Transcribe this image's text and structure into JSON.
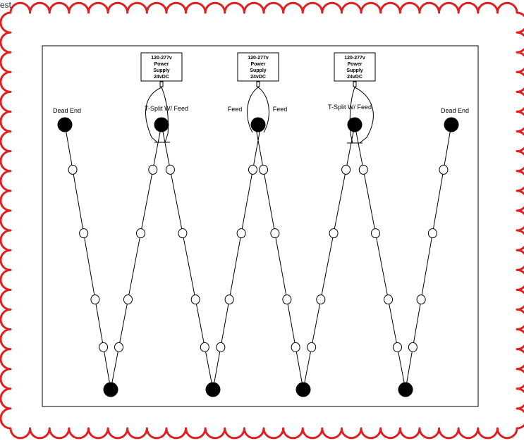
{
  "corner_text": "est.",
  "frame": {
    "border_color": "#e02020"
  },
  "labels": {
    "dead_end_left": "Dead End",
    "tsplit_left": "T-Split W/ Feed",
    "feed_left": "Feed",
    "feed_right": "Feed",
    "tsplit_right": "T-Split W/ Feed",
    "dead_end_right": "Dead End"
  },
  "power_supply_lines": [
    "120-277v",
    "Power",
    "Supply",
    "24vDC"
  ],
  "colors": {
    "line": "#000000",
    "node_fill": "#000000",
    "connector_fill": "#ffffff"
  }
}
